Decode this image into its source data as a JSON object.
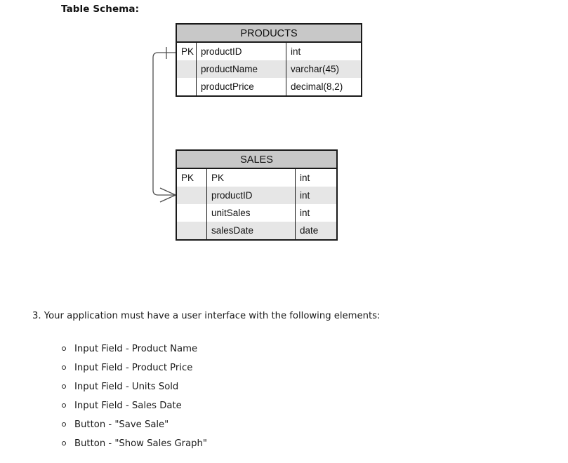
{
  "heading": "Table Schema:",
  "diagram": {
    "tables": [
      {
        "name": "PRODUCTS",
        "rows": [
          {
            "key": "PK",
            "field": "productID",
            "type": "int"
          },
          {
            "key": "",
            "field": "productName",
            "type": "varchar(45)"
          },
          {
            "key": "",
            "field": "productPrice",
            "type": "decimal(8,2)"
          }
        ]
      },
      {
        "name": "SALES",
        "rows": [
          {
            "key": "PK",
            "field": "PK",
            "type": "int"
          },
          {
            "key": "",
            "field": "productID",
            "type": "int"
          },
          {
            "key": "",
            "field": "unitSales",
            "type": "int"
          },
          {
            "key": "",
            "field": "salesDate",
            "type": "date"
          }
        ]
      }
    ],
    "relationship": {
      "from_table": "PRODUCTS",
      "from_field": "productID",
      "to_table": "SALES",
      "to_field": "productID",
      "cardinality": "one-to-many"
    },
    "colors": {
      "header_fill": "#c8c8c8",
      "row_shaded_fill": "#e6e6e6",
      "row_plain_fill": "#ffffff",
      "border": "#1a1a1a"
    }
  },
  "requirements": {
    "item_number": "3.",
    "item_text": "3. Your application must have a user interface with the following elements:",
    "elements": [
      "Input Field - Product Name",
      "Input Field - Product Price",
      "Input Field - Units Sold",
      "Input Field - Sales Date",
      "Button - \"Save Sale\"",
      "Button - \"Show Sales Graph\""
    ]
  }
}
